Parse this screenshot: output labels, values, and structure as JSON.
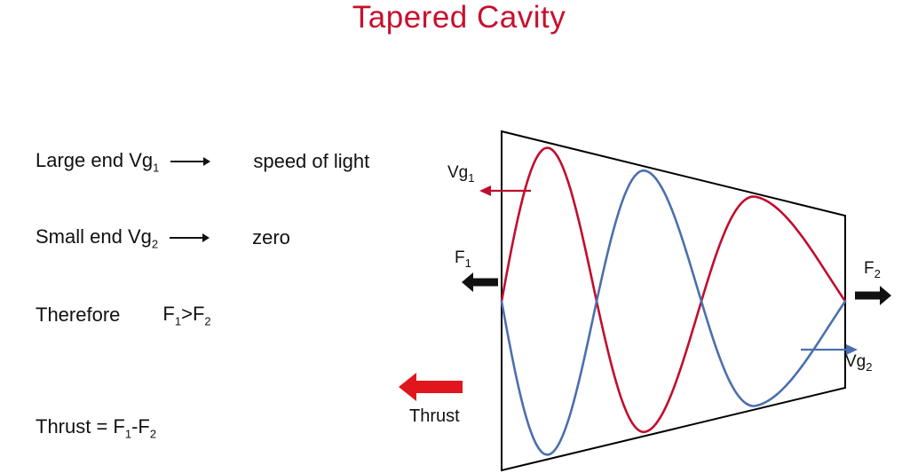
{
  "title": "Tapered Cavity",
  "colors": {
    "title": "#C8102E",
    "red_wave": "#C00E2D",
    "blue_wave": "#4C6FAE",
    "black_arrow": "#111111",
    "thrust_arrow": "#E0161C",
    "outline": "#000000"
  },
  "notes": {
    "row1": {
      "label": "Large end Vg",
      "label_sub": "1",
      "value": "speed of light"
    },
    "row2": {
      "label": "Small end Vg",
      "label_sub": "2",
      "value": "zero"
    },
    "row3": {
      "word": "Therefore",
      "lhs": "F",
      "lhs_sub": "1",
      "op": ">",
      "rhs": "F",
      "rhs_sub": "2"
    },
    "row4": {
      "label": "Thrust = F",
      "sub1": "1",
      "mid": "-F",
      "sub2": "2"
    }
  },
  "diagram": {
    "vg1_label": "Vg",
    "vg1_sub": "1",
    "vg2_label": "Vg",
    "vg2_sub": "2",
    "f1_label": "F",
    "f1_sub": "1",
    "f2_label": "F",
    "f2_sub": "2",
    "thrust_label": "Thrust"
  }
}
